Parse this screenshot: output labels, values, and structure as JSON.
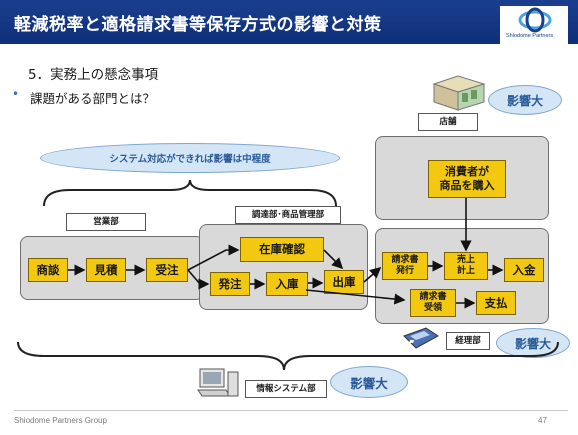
{
  "header": {
    "title": "軽減税率と適格請求書等保存方式の影響と対策",
    "logo_text": "Shiodome Partners"
  },
  "section_title": "5．実務上の懸念事項",
  "bullet": "課題がある部門とは？",
  "system_note": "システム対応ができれば影響は中程度",
  "departments": {
    "sales": "営業部",
    "procurement": "調達部･商品管理部",
    "store": "店舗",
    "accounting": "経理部",
    "it": "情報システム部"
  },
  "nodes": {
    "negotiation": "商談",
    "estimate": "見積",
    "order_receive": "受注",
    "stock_check": "在庫確認",
    "order_place": "発注",
    "receiving": "入庫",
    "shipping": "出庫",
    "invoice_issue": "請求書\n発行",
    "sales_record": "売上\n計上",
    "payment_receive": "入金",
    "invoice_receive": "請求書\n受領",
    "payment": "支払",
    "consumer": "消費者が\n商品を購入"
  },
  "impact_label": "影響大",
  "footer": {
    "company": "Shiodome Partners Group",
    "page": "47"
  },
  "colors": {
    "header": "#1b3f8f",
    "node": "#f2c811",
    "ellipse": "#d4e5f6",
    "impact_text": "#2a5b98"
  }
}
